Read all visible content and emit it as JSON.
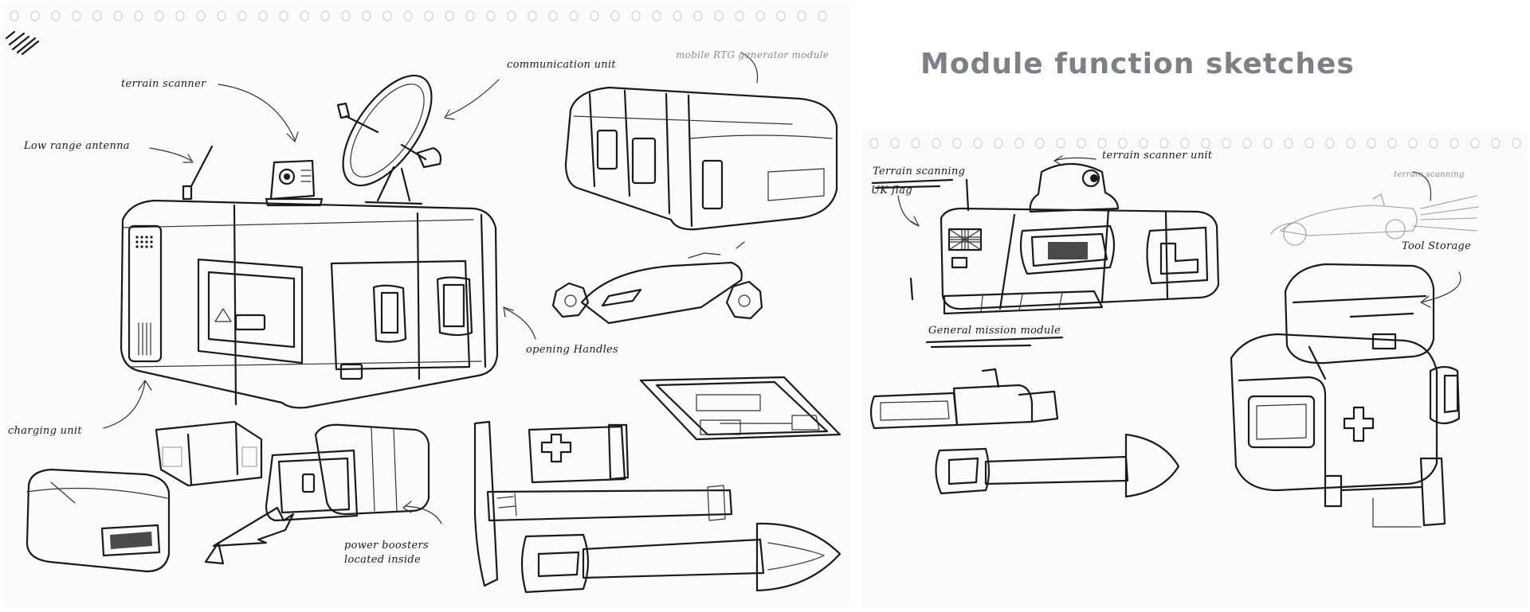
{
  "title": "Module function sketches",
  "left_sketch": {
    "notes": {
      "terrain_scanner": "terrain scanner",
      "communication_unit": "communication unit",
      "mobile_generator": "mobile RTG generator module",
      "low_range_antenna": "Low range antenna",
      "opening_handles": "opening Handles",
      "charging_unit": "charging unit",
      "power_boosters": "power boosters",
      "located_inside": "located inside"
    }
  },
  "right_sketch": {
    "notes": {
      "terrain_scanning": "Terrain scanning",
      "terrain_scanner_unit": "terrain scanner unit",
      "terrain_scanning_small": "terrain scanning",
      "uk_flag": "UK flag",
      "tool_storage": "Tool Storage",
      "general_mission_module": "General mission module"
    }
  },
  "colors": {
    "title": "#7c8189",
    "ink": "#1a1a1a",
    "paper": "#fbfbfa"
  }
}
